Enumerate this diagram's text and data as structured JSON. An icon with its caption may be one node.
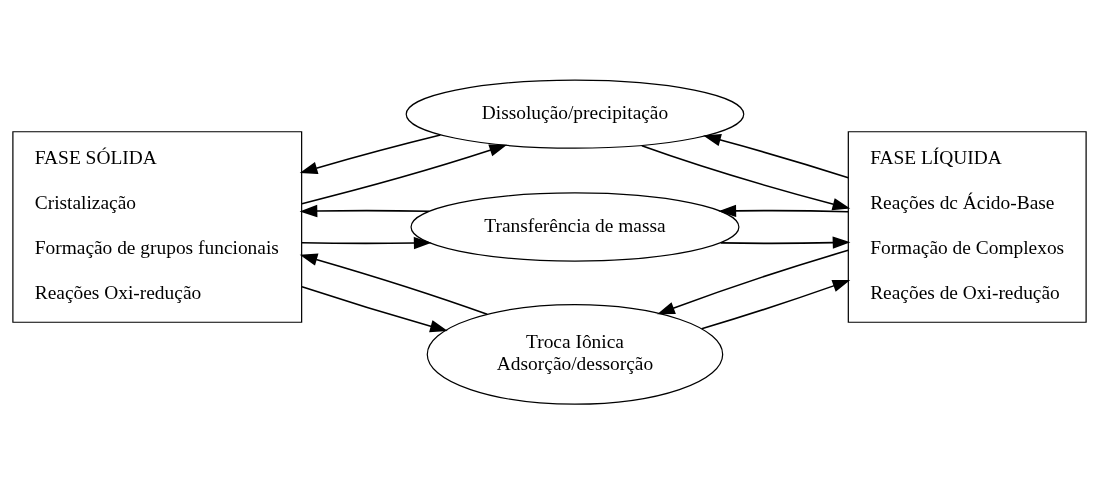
{
  "diagram": {
    "nodes": [
      {
        "text": [
          "FASE SÓLIDA",
          "Cristalização",
          "Formação de grupos funcionais",
          "Reações Oxi-redução"
        ]
      },
      {
        "text": [
          "Dissolução/precipitação"
        ]
      },
      {
        "text": [
          "Transferência de massa"
        ]
      },
      {
        "text": [
          "Troca Iônica",
          "Adsorção/dessorção"
        ]
      },
      {
        "text": [
          "FASE LÍQUIDA",
          "Reações dc Ácido-Base",
          "Formação de Complexos",
          "Reações de Oxi-redução"
        ]
      }
    ],
    "edges": [
      {
        "from": 0,
        "to": 1,
        "arrow": "to"
      },
      {
        "from": 1,
        "to": 0,
        "arrow": "to"
      },
      {
        "from": 4,
        "to": 1,
        "arrow": "to"
      },
      {
        "from": 1,
        "to": 4,
        "arrow": "to"
      },
      {
        "from": 0,
        "to": 2,
        "arrow": "to"
      },
      {
        "from": 2,
        "to": 0,
        "arrow": "to"
      },
      {
        "from": 4,
        "to": 2,
        "arrow": "to"
      },
      {
        "from": 2,
        "to": 4,
        "arrow": "to"
      },
      {
        "from": 0,
        "to": 3,
        "arrow": "to"
      },
      {
        "from": 3,
        "to": 0,
        "arrow": "to"
      },
      {
        "from": 4,
        "to": 3,
        "arrow": "to"
      },
      {
        "from": 3,
        "to": 4,
        "arrow": "to"
      }
    ]
  }
}
